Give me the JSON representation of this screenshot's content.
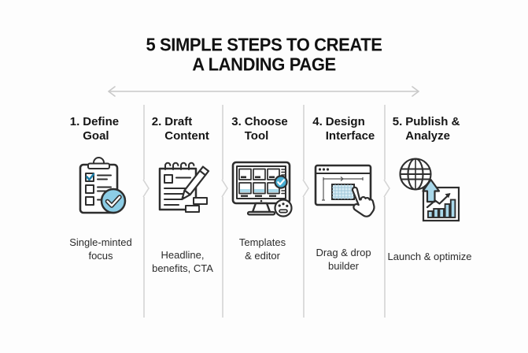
{
  "title": {
    "line1": "5 SIMPLE STEPS TO CREATE",
    "line2": "A LANDING PAGE"
  },
  "steps": [
    {
      "number": "1.",
      "title": "Define Goal",
      "caption": "Single-minted focus",
      "icon": "clipboard-checklist-icon"
    },
    {
      "number": "2.",
      "title": "Draft Content",
      "caption": "Headline, benefits, CTA",
      "icon": "notepad-pencil-icon"
    },
    {
      "number": "3.",
      "title": "Choose Tool",
      "caption": "Templates & editor",
      "icon": "monitor-templates-icon"
    },
    {
      "number": "4.",
      "title": "Design Interface",
      "caption": "Drag & drop builder",
      "icon": "browser-drag-drop-icon"
    },
    {
      "number": "5.",
      "title": "Publish & Analyze",
      "caption": "Launch & optimize",
      "icon": "globe-growth-chart-icon"
    }
  ],
  "colors": {
    "accent_blue": "#8ccde6",
    "accent_blue_dark": "#49aed3",
    "accent_blue_pale": "#d9edf6",
    "check_teal": "#1f7fa8",
    "outline": "#2e2e2e",
    "divider": "#dcdcdc",
    "flow_arrow": "#c9c9c9",
    "title_text": "#111111",
    "caption_text": "#2b2b2b"
  }
}
